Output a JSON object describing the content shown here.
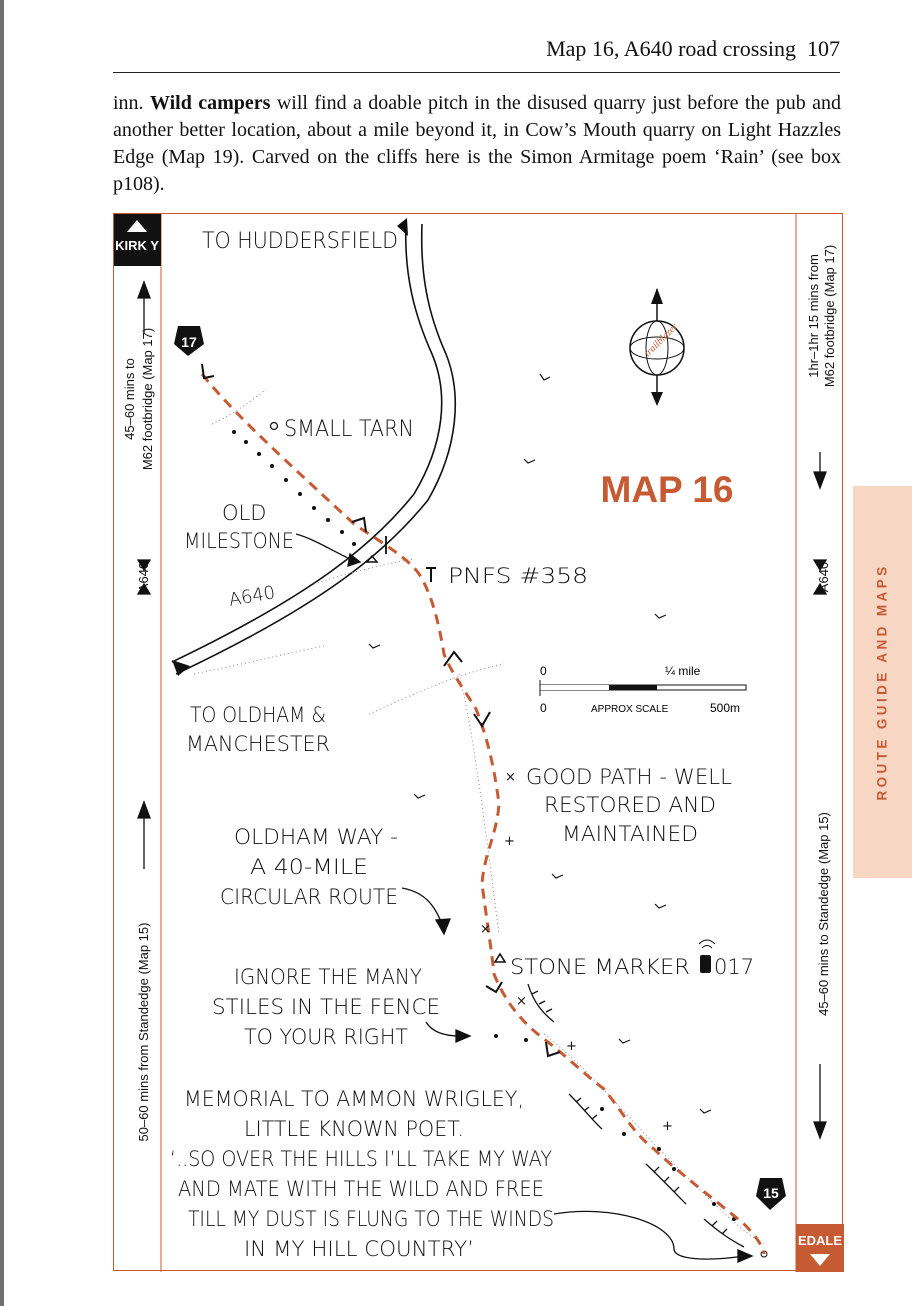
{
  "page": {
    "header": "Map 16, A640 road crossing",
    "page_number": "107",
    "intro": {
      "part1": "inn. ",
      "bold": "Wild campers",
      "part2": " will find a doable pitch in the disused quarry just before the pub and another better location, about a mile beyond it, in Cow’s Mouth quarry on Light Hazzles Edge (Map 19). Carved on the cliffs here is the Simon Armitage poem ‘Rain’ (see box p108)."
    },
    "side_tab": "ROUTE GUIDE AND MAPS"
  },
  "map": {
    "title": "MAP 16",
    "prev_map_number": "17",
    "next_map_number": "15",
    "north_label": "KIRK Y",
    "south_label": "EDALE",
    "logo_text": "trailblazer",
    "margin_left": {
      "north_time": "45–60 mins to",
      "north_dest": "M62 footbridge (Map 17)",
      "road": "A640",
      "south_time": "50–60 mins from Standedge (Map 15)"
    },
    "margin_right": {
      "north_time": "1hr–1hr 15 mins from",
      "north_dest": "M62 footbridge (Map 17)",
      "road": "A640",
      "south_time": "45–60 mins to Standedge (Map 15)"
    },
    "scale": {
      "zero_top": "0",
      "mile_label": "¼ mile",
      "zero_bottom": "0",
      "approx": "APPROX SCALE",
      "meters": "500m"
    },
    "labels": {
      "to_huddersfield": "TO HUDDERSFIELD",
      "small_tarn": "SMALL TARN",
      "old_milestone_1": "OLD",
      "old_milestone_2": "MILESTONE",
      "road_a640": "A640",
      "pnfs": "PNFS #358",
      "to_oldham_1": "TO OLDHAM &",
      "to_oldham_2": "MANCHESTER",
      "good_path_1": "GOOD PATH - WELL",
      "good_path_2": "RESTORED AND",
      "good_path_3": "MAINTAINED",
      "oldham_way_1": "OLDHAM WAY -",
      "oldham_way_2": "A 40-MILE",
      "oldham_way_3": "CIRCULAR ROUTE",
      "stone_marker": "STONE MARKER",
      "gps_code": "017",
      "ignore_1": "IGNORE THE MANY",
      "ignore_2": "STILES IN THE FENCE",
      "ignore_3": "TO YOUR RIGHT",
      "memorial_1": "MEMORIAL TO AMMON WRIGLEY,",
      "memorial_2": "LITTLE KNOWN POET.",
      "memorial_3": "‘..SO OVER THE HILLS I’LL TAKE MY WAY",
      "memorial_4": "AND MATE WITH THE WILD AND FREE",
      "memorial_5": "TILL MY DUST IS FLUNG TO THE WINDS",
      "memorial_6": "IN MY HILL COUNTRY’"
    },
    "colors": {
      "accent": "#c65a33",
      "tab_bg": "#f7d6c3",
      "ink": "#111111"
    }
  }
}
